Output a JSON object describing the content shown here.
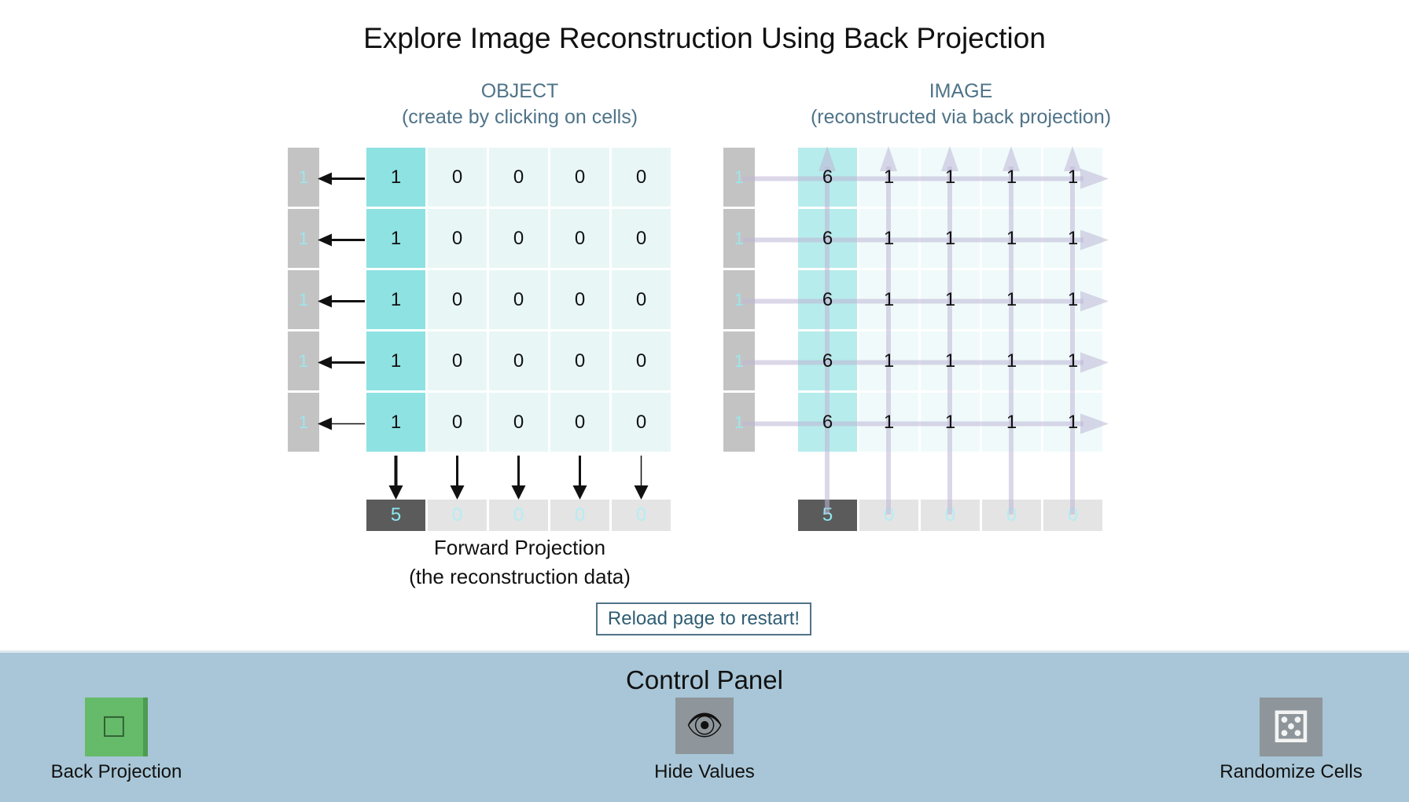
{
  "title": "Explore Image Reconstruction Using Back Projection",
  "object_panel": {
    "heading": "OBJECT",
    "subheading": "(create by clicking on cells)",
    "grid": [
      [
        1,
        0,
        0,
        0,
        0
      ],
      [
        1,
        0,
        0,
        0,
        0
      ],
      [
        1,
        0,
        0,
        0,
        0
      ],
      [
        1,
        0,
        0,
        0,
        0
      ],
      [
        1,
        0,
        0,
        0,
        0
      ]
    ],
    "row_sums": [
      "1",
      "1",
      "1",
      "1",
      "1"
    ],
    "col_sums": [
      "5",
      "0",
      "0",
      "0",
      "0"
    ]
  },
  "image_panel": {
    "heading": "IMAGE",
    "subheading": "(reconstructed via back projection)",
    "grid": [
      [
        6,
        1,
        1,
        1,
        1
      ],
      [
        6,
        1,
        1,
        1,
        1
      ],
      [
        6,
        1,
        1,
        1,
        1
      ],
      [
        6,
        1,
        1,
        1,
        1
      ],
      [
        6,
        1,
        1,
        1,
        1
      ]
    ],
    "row_sums": [
      "1",
      "1",
      "1",
      "1",
      "1"
    ],
    "col_sums": [
      "5",
      "0",
      "0",
      "0",
      "0"
    ]
  },
  "forward_projection": {
    "line1": "Forward Projection",
    "line2": "(the reconstruction data)"
  },
  "reload_label": "Reload page to restart!",
  "control_panel": {
    "title": "Control Panel",
    "back_projection_label": "Back Projection",
    "back_projection_glyph": "☐",
    "hide_values_label": "Hide Values",
    "hide_values_glyph": "👁",
    "randomize_label": "Randomize Cells",
    "randomize_glyph": "⚄"
  },
  "colors": {
    "active_cell": "#8ee2e2",
    "inactive_cell": "#e9f6f6",
    "panel_bg": "#a8c6d7",
    "heading_text": "#4f7388",
    "back_projection_button": "#66bb6a"
  }
}
